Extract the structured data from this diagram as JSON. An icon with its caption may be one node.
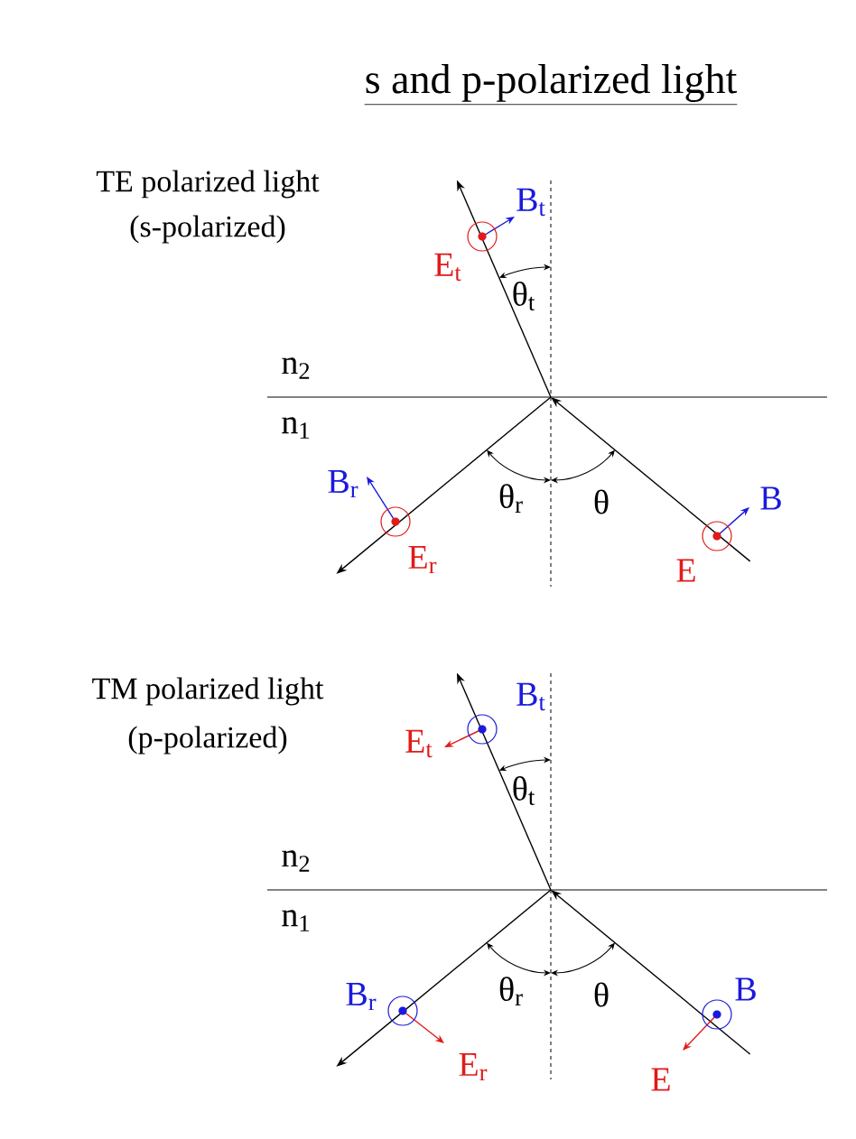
{
  "diagram": {
    "title": "s and p-polarized light",
    "labels": [
      "TE polarized light",
      "(s-polarized)",
      "B$_{t}$",
      "E$_{t}$",
      "θ$_{t}$",
      "n$_{2}$",
      "n$_{1}$",
      "B$_{r}$",
      "θ$_{r}$",
      "θ",
      "B",
      "E$_{r}$",
      "E",
      "TM polarized light",
      "(p-polarized)",
      "B$_{t}$",
      "E$_{t}$",
      "θ$_{t}$",
      "n$_{2}$",
      "n$_{1}$",
      "B$_{r}$",
      "θ$_{r}$",
      "θ",
      "B",
      "E$_{r}$",
      "E"
    ]
  }
}
